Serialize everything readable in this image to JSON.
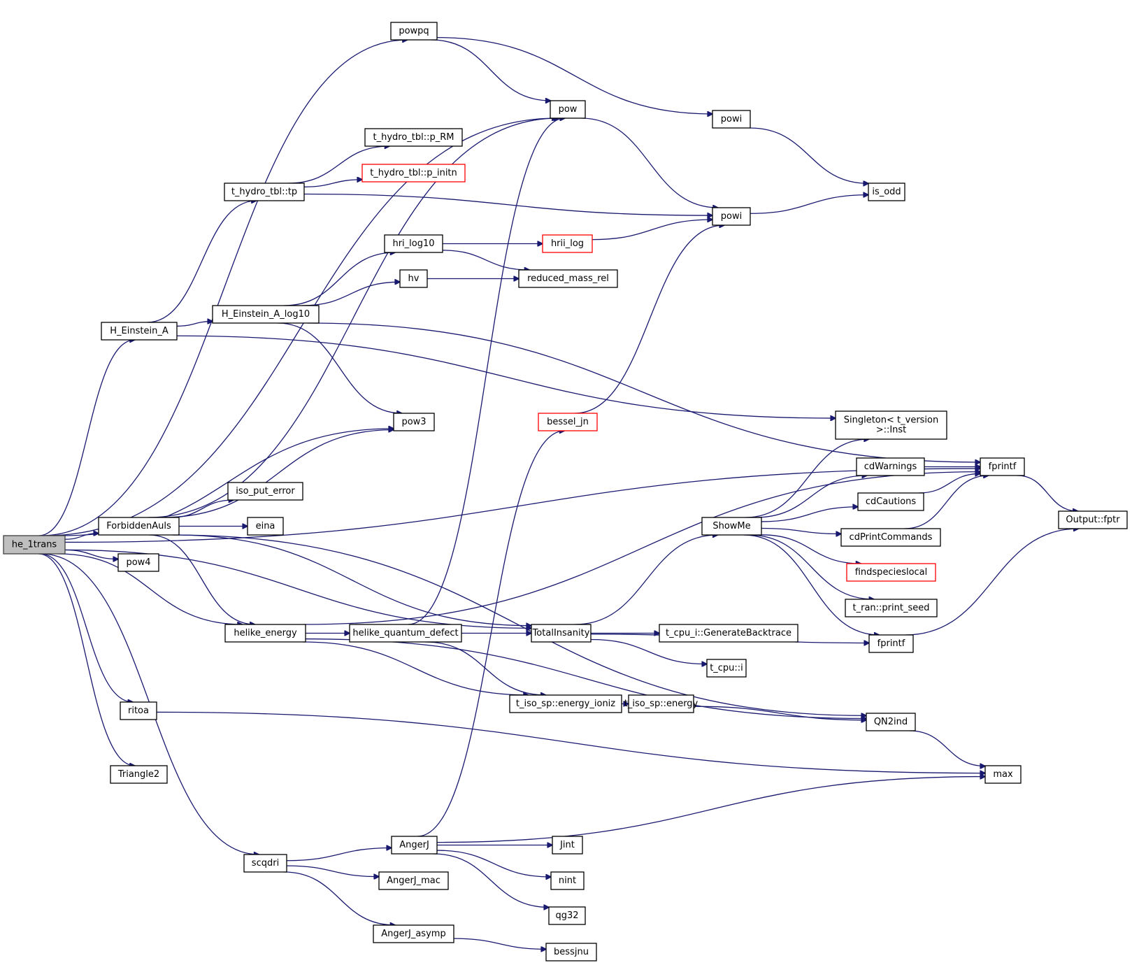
{
  "graph": {
    "title": "he_1trans call graph",
    "colors": {
      "edge": "#191970",
      "root_fill": "#bfbfbf",
      "undocumented_border": "#ff0000",
      "border": "#000000"
    },
    "nodes": [
      {
        "id": "he_1trans",
        "label": "he_1trans",
        "kind": "root"
      },
      {
        "id": "powpq",
        "label": "powpq"
      },
      {
        "id": "pow",
        "label": "pow"
      },
      {
        "id": "powi_a",
        "label": "powi"
      },
      {
        "id": "p_RM",
        "label": "t_hydro_tbl::p_RM"
      },
      {
        "id": "p_initn",
        "label": "t_hydro_tbl::p_initn",
        "kind": "undoc"
      },
      {
        "id": "tp",
        "label": "t_hydro_tbl::tp"
      },
      {
        "id": "is_odd",
        "label": "is_odd"
      },
      {
        "id": "powi_b",
        "label": "powi"
      },
      {
        "id": "hri_log10",
        "label": "hri_log10"
      },
      {
        "id": "hrii_log",
        "label": "hrii_log",
        "kind": "undoc"
      },
      {
        "id": "hv",
        "label": "hv"
      },
      {
        "id": "reduced_mass_rel",
        "label": "reduced_mass_rel"
      },
      {
        "id": "H_Einstein_A_log10",
        "label": "H_Einstein_A_log10"
      },
      {
        "id": "H_Einstein_A",
        "label": "H_Einstein_A"
      },
      {
        "id": "bessel_jn",
        "label": "bessel_jn",
        "kind": "undoc"
      },
      {
        "id": "pow3",
        "label": "pow3"
      },
      {
        "id": "Singleton",
        "label": "Singleton< t_version >::Inst",
        "lines": [
          "Singleton< t_version",
          ">::Inst"
        ]
      },
      {
        "id": "fprintf_a",
        "label": "fprintf"
      },
      {
        "id": "cdWarnings",
        "label": "cdWarnings"
      },
      {
        "id": "iso_put_error",
        "label": "iso_put_error"
      },
      {
        "id": "cdCautions",
        "label": "cdCautions"
      },
      {
        "id": "Output_fptr",
        "label": "Output::fptr"
      },
      {
        "id": "ForbiddenAuls",
        "label": "ForbiddenAuls"
      },
      {
        "id": "eina",
        "label": "eina"
      },
      {
        "id": "ShowMe",
        "label": "ShowMe"
      },
      {
        "id": "cdPrintCommands",
        "label": "cdPrintCommands"
      },
      {
        "id": "pow4",
        "label": "pow4"
      },
      {
        "id": "findspecieslocal",
        "label": "findspecieslocal",
        "kind": "undoc"
      },
      {
        "id": "print_seed",
        "label": "t_ran::print_seed"
      },
      {
        "id": "helike_energy",
        "label": "helike_energy"
      },
      {
        "id": "helike_quantum_defect",
        "label": "helike_quantum_defect"
      },
      {
        "id": "TotalInsanity",
        "label": "TotalInsanity"
      },
      {
        "id": "GenerateBacktrace",
        "label": "t_cpu_i::GenerateBacktrace"
      },
      {
        "id": "fprintf_b",
        "label": "fprintf"
      },
      {
        "id": "t_cpu_i",
        "label": "t_cpu::i"
      },
      {
        "id": "ritoa",
        "label": "ritoa"
      },
      {
        "id": "energy_ioniz",
        "label": "t_iso_sp::energy_ioniz"
      },
      {
        "id": "energy",
        "label": "t_iso_sp::energy"
      },
      {
        "id": "QN2ind",
        "label": "QN2ind"
      },
      {
        "id": "Triangle2",
        "label": "Triangle2"
      },
      {
        "id": "max",
        "label": "max"
      },
      {
        "id": "AngerJ",
        "label": "AngerJ"
      },
      {
        "id": "Jint",
        "label": "Jint"
      },
      {
        "id": "scqdri",
        "label": "scqdri"
      },
      {
        "id": "AngerJ_mac",
        "label": "AngerJ_mac"
      },
      {
        "id": "nint",
        "label": "nint"
      },
      {
        "id": "qg32",
        "label": "qg32"
      },
      {
        "id": "AngerJ_asymp",
        "label": "AngerJ_asymp"
      },
      {
        "id": "bessjnu",
        "label": "bessjnu"
      }
    ],
    "edges": [
      [
        "he_1trans",
        "powpq"
      ],
      [
        "he_1trans",
        "pow"
      ],
      [
        "he_1trans",
        "H_Einstein_A"
      ],
      [
        "he_1trans",
        "fprintf_a"
      ],
      [
        "he_1trans",
        "pow3"
      ],
      [
        "he_1trans",
        "ForbiddenAuls"
      ],
      [
        "he_1trans",
        "pow4"
      ],
      [
        "he_1trans",
        "helike_energy"
      ],
      [
        "he_1trans",
        "TotalInsanity"
      ],
      [
        "he_1trans",
        "ritoa"
      ],
      [
        "he_1trans",
        "Triangle2"
      ],
      [
        "he_1trans",
        "scqdri"
      ],
      [
        "powpq",
        "pow"
      ],
      [
        "powpq",
        "powi_a"
      ],
      [
        "pow",
        "powi_b"
      ],
      [
        "powi_a",
        "is_odd"
      ],
      [
        "powi_b",
        "is_odd"
      ],
      [
        "tp",
        "p_RM"
      ],
      [
        "tp",
        "p_initn"
      ],
      [
        "tp",
        "powi_b"
      ],
      [
        "hri_log10",
        "hrii_log"
      ],
      [
        "hri_log10",
        "reduced_mass_rel"
      ],
      [
        "hrii_log",
        "powi_b"
      ],
      [
        "hv",
        "reduced_mass_rel"
      ],
      [
        "H_Einstein_A_log10",
        "hri_log10"
      ],
      [
        "H_Einstein_A_log10",
        "hv"
      ],
      [
        "H_Einstein_A_log10",
        "fprintf_a"
      ],
      [
        "H_Einstein_A_log10",
        "pow3"
      ],
      [
        "H_Einstein_A",
        "tp"
      ],
      [
        "H_Einstein_A",
        "H_Einstein_A_log10"
      ],
      [
        "H_Einstein_A",
        "Singleton"
      ],
      [
        "bessel_jn",
        "powi_b"
      ],
      [
        "ForbiddenAuls",
        "pow"
      ],
      [
        "ForbiddenAuls",
        "pow3"
      ],
      [
        "ForbiddenAuls",
        "iso_put_error"
      ],
      [
        "ForbiddenAuls",
        "eina"
      ],
      [
        "ForbiddenAuls",
        "QN2ind"
      ],
      [
        "ForbiddenAuls",
        "helike_energy"
      ],
      [
        "ForbiddenAuls",
        "TotalInsanity"
      ],
      [
        "helike_energy",
        "fprintf_a"
      ],
      [
        "helike_energy",
        "helike_quantum_defect"
      ],
      [
        "helike_energy",
        "energy_ioniz"
      ],
      [
        "helike_energy",
        "QN2ind"
      ],
      [
        "helike_quantum_defect",
        "pow"
      ],
      [
        "helike_quantum_defect",
        "TotalInsanity"
      ],
      [
        "helike_quantum_defect",
        "energy_ioniz"
      ],
      [
        "TotalInsanity",
        "ShowMe"
      ],
      [
        "TotalInsanity",
        "GenerateBacktrace"
      ],
      [
        "TotalInsanity",
        "t_cpu_i"
      ],
      [
        "TotalInsanity",
        "fprintf_b"
      ],
      [
        "ShowMe",
        "Singleton"
      ],
      [
        "ShowMe",
        "cdWarnings"
      ],
      [
        "ShowMe",
        "cdCautions"
      ],
      [
        "ShowMe",
        "cdPrintCommands"
      ],
      [
        "ShowMe",
        "findspecieslocal"
      ],
      [
        "ShowMe",
        "print_seed"
      ],
      [
        "ShowMe",
        "fprintf_b"
      ],
      [
        "cdWarnings",
        "fprintf_a"
      ],
      [
        "cdCautions",
        "fprintf_a"
      ],
      [
        "cdPrintCommands",
        "fprintf_a"
      ],
      [
        "fprintf_a",
        "Output_fptr"
      ],
      [
        "fprintf_b",
        "Output_fptr"
      ],
      [
        "energy_ioniz",
        "energy"
      ],
      [
        "energy",
        "QN2ind"
      ],
      [
        "QN2ind",
        "max"
      ],
      [
        "ritoa",
        "max"
      ],
      [
        "scqdri",
        "AngerJ"
      ],
      [
        "scqdri",
        "AngerJ_mac"
      ],
      [
        "scqdri",
        "AngerJ_asymp"
      ],
      [
        "AngerJ",
        "bessel_jn"
      ],
      [
        "AngerJ",
        "max"
      ],
      [
        "AngerJ",
        "Jint"
      ],
      [
        "AngerJ",
        "nint"
      ],
      [
        "AngerJ",
        "qg32"
      ],
      [
        "AngerJ_asymp",
        "bessjnu"
      ]
    ]
  }
}
